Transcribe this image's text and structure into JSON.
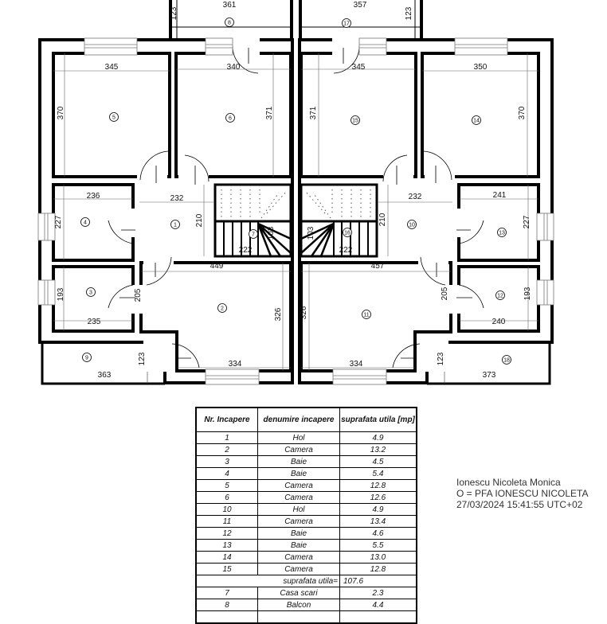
{
  "plan": {
    "labels": [
      "361",
      "123",
      "8",
      "345",
      "340",
      "370",
      "5",
      "6",
      "371",
      "236",
      "232",
      "227",
      "4",
      "1",
      "210",
      "7",
      "103",
      "222",
      "449",
      "205",
      "193",
      "3",
      "235",
      "2",
      "326",
      "9",
      "363",
      "123",
      "334",
      "357",
      "123",
      "17",
      "345",
      "350",
      "371",
      "370",
      "15",
      "14",
      "232",
      "241",
      "210",
      "10",
      "227",
      "13",
      "16",
      "103",
      "222",
      "457",
      "205",
      "12",
      "193",
      "240",
      "326",
      "11",
      "334",
      "123",
      "18",
      "373"
    ]
  },
  "table": {
    "headers": [
      "Nr. Incapere",
      "denumire incapere",
      "suprafata utila [mp]"
    ],
    "rows": [
      [
        "1",
        "Hol",
        "4.9"
      ],
      [
        "2",
        "Camera",
        "13.2"
      ],
      [
        "3",
        "Baie",
        "4.5"
      ],
      [
        "4",
        "Baie",
        "5.4"
      ],
      [
        "5",
        "Camera",
        "12.8"
      ],
      [
        "6",
        "Camera",
        "12.6"
      ],
      [
        "10",
        "Hol",
        "4.9"
      ],
      [
        "11",
        "Camera",
        "13.4"
      ],
      [
        "12",
        "Baie",
        "4.6"
      ],
      [
        "13",
        "Baie",
        "5.5"
      ],
      [
        "14",
        "Camera",
        "13.0"
      ],
      [
        "15",
        "Camera",
        "12.8"
      ]
    ],
    "total_label": "suprafata utila=",
    "total_value": "107.6",
    "extra_rows": [
      [
        "7",
        "Casa scari",
        "2.3"
      ],
      [
        "8",
        "Balcon",
        "4.4"
      ]
    ]
  },
  "signature": {
    "name": "Ionescu Nicoleta Monica",
    "org": "O = PFA IONESCU NICOLETA",
    "date": "27/03/2024 15:41:55 UTC+02"
  }
}
